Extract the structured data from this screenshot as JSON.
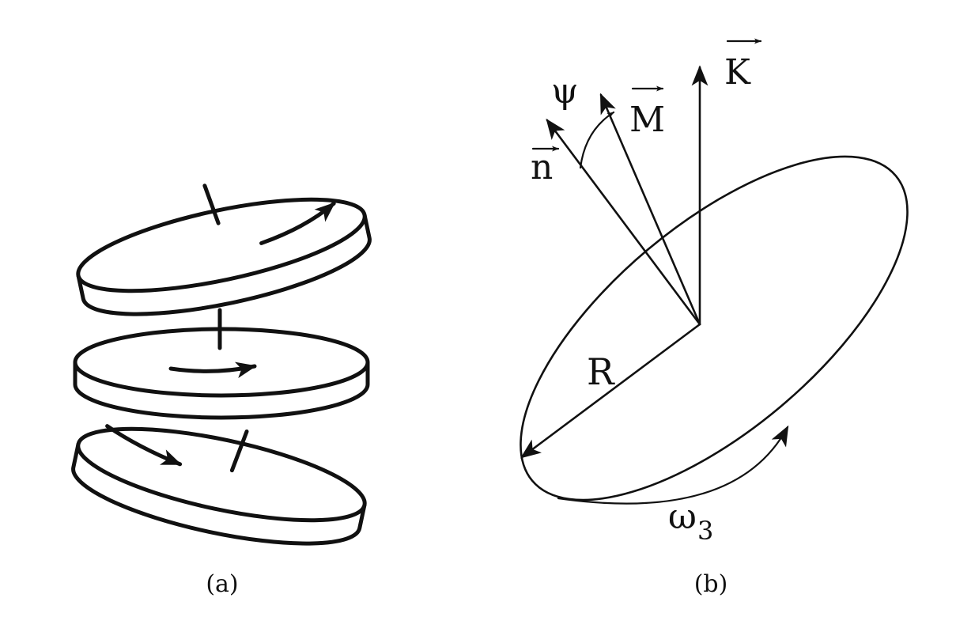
{
  "panel_a": {
    "caption": "(a)"
  },
  "panel_b": {
    "caption": "(b)",
    "labels": {
      "psi": "ψ",
      "M": "M",
      "K": "K",
      "n": "n",
      "R": "R",
      "omega_symbol": "ω",
      "omega_subscript": "3"
    }
  }
}
